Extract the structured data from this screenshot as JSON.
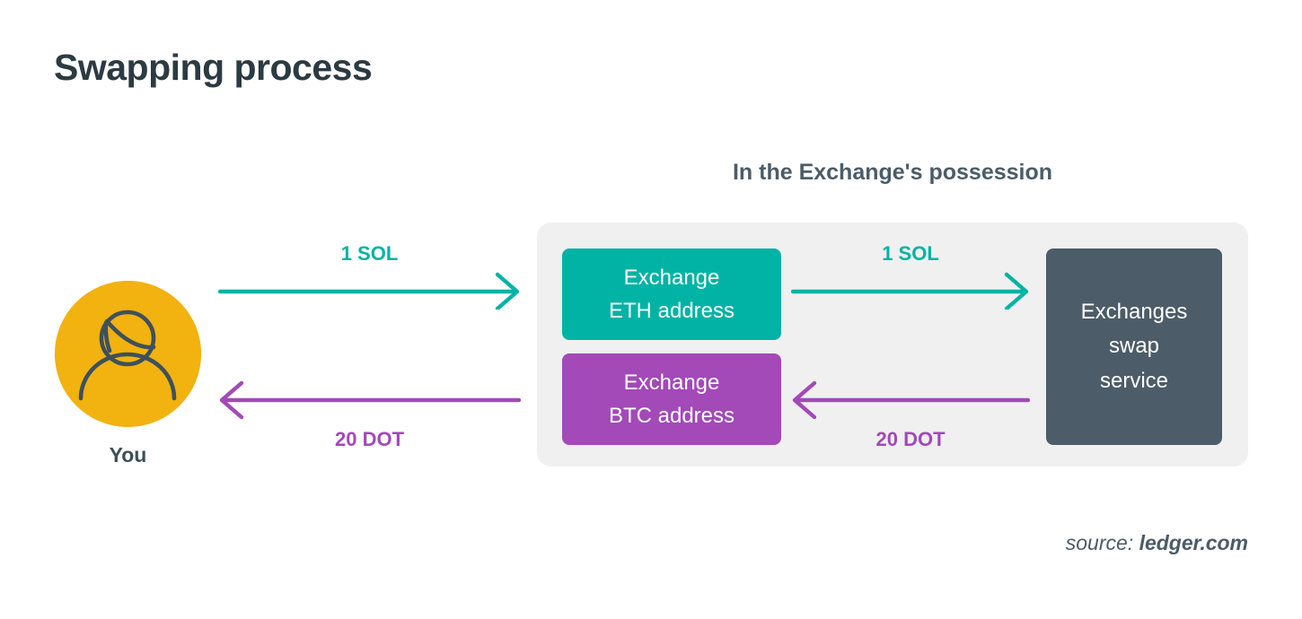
{
  "page": {
    "title": "Swapping process",
    "background": "#ffffff"
  },
  "colors": {
    "title": "#2c3a42",
    "teal": "#00b3a4",
    "purple": "#a349b8",
    "slate": "#4c5c68",
    "amber": "#f2b20f",
    "panel": "#f0f0f0"
  },
  "user": {
    "label": "You",
    "icon": "person-icon",
    "avatar_color": "#f2b20f"
  },
  "exchange": {
    "header": "In the Exchange's possession",
    "boxes": [
      {
        "name": "eth-address",
        "line1": "Exchange",
        "line2": "ETH address",
        "color": "#00b3a4"
      },
      {
        "name": "btc-address",
        "line1": "Exchange",
        "line2": "BTC address",
        "color": "#a349b8"
      }
    ],
    "service": {
      "line1": "Exchanges",
      "line2": "swap",
      "line3": "service",
      "color": "#4c5c68"
    }
  },
  "flows": [
    {
      "name": "user-to-exchange-eth",
      "label": "1 SOL",
      "direction": "right",
      "color": "#00b3a4"
    },
    {
      "name": "exchange-btc-to-user",
      "label": "20 DOT",
      "direction": "left",
      "color": "#a349b8"
    },
    {
      "name": "eth-to-swap-service",
      "label": "1 SOL",
      "direction": "right",
      "color": "#00b3a4"
    },
    {
      "name": "swap-service-to-btc",
      "label": "20 DOT",
      "direction": "left",
      "color": "#a349b8"
    }
  ],
  "source": {
    "prefix": "source: ",
    "name": "ledger.com"
  }
}
